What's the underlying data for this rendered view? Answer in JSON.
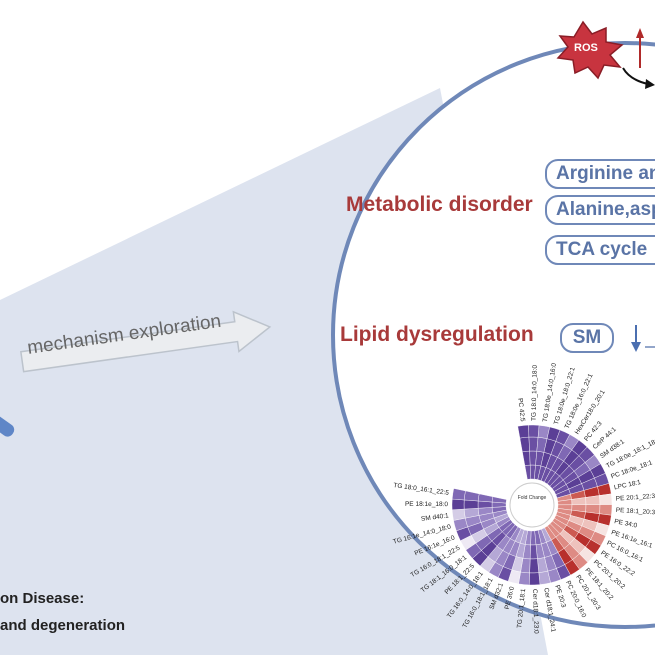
{
  "ros_label": "ROS",
  "metabolic_label": "Metabolic disorder",
  "pathways": [
    "Arginine an",
    "Alanine,asp",
    "TCA cycle"
  ],
  "lipid_label": "Lipid dysregulation",
  "sm_label": "SM",
  "mechanism_label": "mechanism exploration",
  "caption_line1": "on Disease:",
  "caption_line2": "and degeneration",
  "chart_center_label": "Fold Change",
  "lipid_labels": [
    "PC 42:5",
    "TG 18:0_14:0_18:0",
    "TG 18:0e_14:0_16:0",
    "TG 18:0e_18:0_22:1",
    "TG 18:0e_16:0_22:1",
    "HexCer18:0_20:1",
    "PC 42:3",
    "CerP 44:1",
    "SM d38:1",
    "TG 18:0e_18:1_18:1",
    "PC 18:0e_18:1",
    "LPC 18:1",
    "PE 20:1_22:3",
    "PE 18:1_20:3",
    "PE 34:0",
    "PE 16:1e_16:1",
    "PC 16:0_16:1",
    "PE 16:0_22:2",
    "PC 20:1_20:2",
    "PE 18:1_20:2",
    "PC 20:1_20:3",
    "PC 20:0_16:0",
    "PE 20:3",
    "Cer d18:1_24:1",
    "Cer d18:1_23:0",
    "TG 20:1_18:1",
    "PE 36:0",
    "SM d32:1",
    "TG 16:0_18:1_18:1",
    "TG 16:0_14:0_18:1",
    "PE 18:1_22:5",
    "TG 18:1_16:0_18:1",
    "TG 16:0_18:1_22:5",
    "PE 16:1e_16:0",
    "TG 16:1e_14:0_18:0",
    "SM d40:1",
    "PE 18:1e_18:0",
    "TG 18:0_16:1_22:5"
  ],
  "colors": {
    "accent_blue": "#6f88b8",
    "dark_red": "#a83a3a",
    "ros_red": "#c8343f",
    "cone": "#dde3ef"
  }
}
